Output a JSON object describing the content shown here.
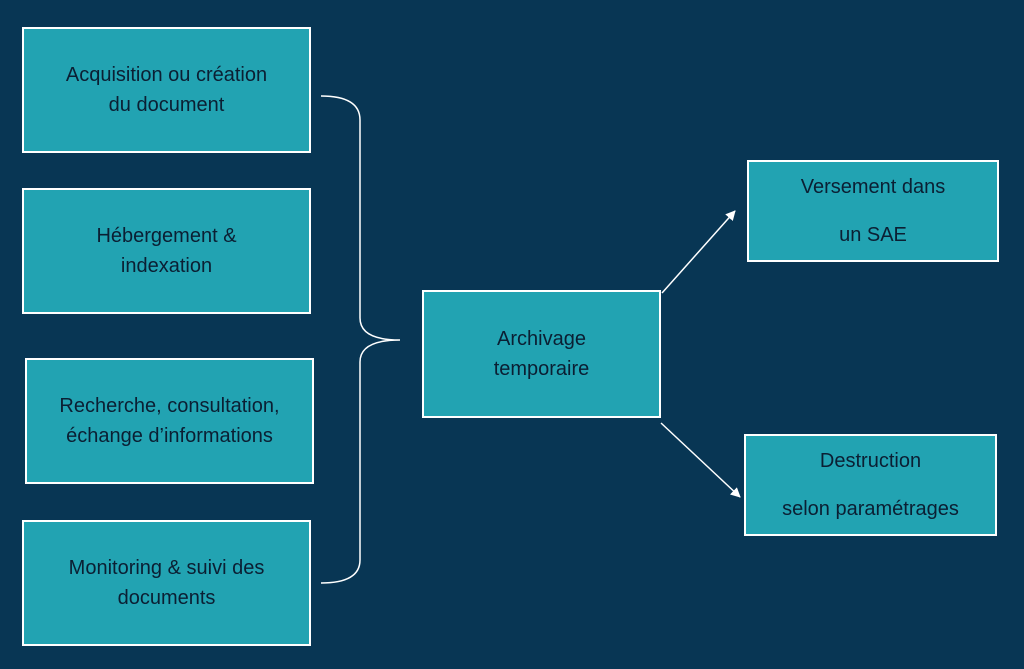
{
  "stages": [
    {
      "lines": [
        "Acquisition ou création",
        "du document"
      ]
    },
    {
      "lines": [
        "Hébergement &",
        "indexation"
      ]
    },
    {
      "lines": [
        "Recherche, consultation,",
        "échange d’informations"
      ]
    },
    {
      "lines": [
        "Monitoring & suivi des",
        "documents"
      ]
    }
  ],
  "center": {
    "lines": [
      "Archivage",
      "temporaire"
    ]
  },
  "outcomes": [
    {
      "lines": [
        "Versement dans",
        "un SAE"
      ]
    },
    {
      "lines": [
        "Destruction",
        "selon paramétrages"
      ]
    }
  ],
  "colors": {
    "background": "#083654",
    "box_fill": "#22a3b2",
    "box_border": "#ffffff",
    "text": "#0b1f33",
    "connector": "#ffffff"
  }
}
